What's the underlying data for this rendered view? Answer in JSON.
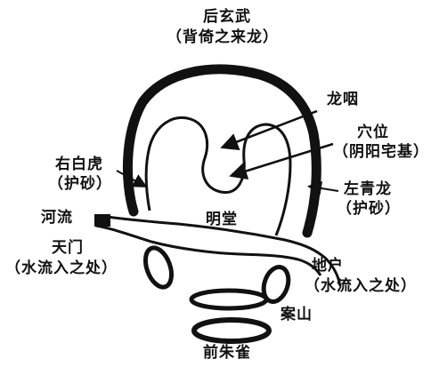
{
  "labels": {
    "hou_xuanwu": "后玄武",
    "hou_xuanwu_note": "（背倚之来龙）",
    "long_yan": "龙咽",
    "xue_wei": "穴位",
    "xue_wei_note": "（阴阳宅基）",
    "you_baihu": "右白虎",
    "you_baihu_note": "（护砂）",
    "zuo_qinglong": "左青龙",
    "zuo_qinglong_note": "（护砂）",
    "he_liu": "河流",
    "ming_tang": "明堂",
    "tian_men": "天门",
    "tian_men_note": "（水流入之处）",
    "di_hu": "地户",
    "di_hu_note": "（水流入之处）",
    "an_shan": "案山",
    "qian_zhuque": "前朱雀"
  },
  "colors": {
    "ink": "#111111",
    "background": "#ffffff"
  }
}
